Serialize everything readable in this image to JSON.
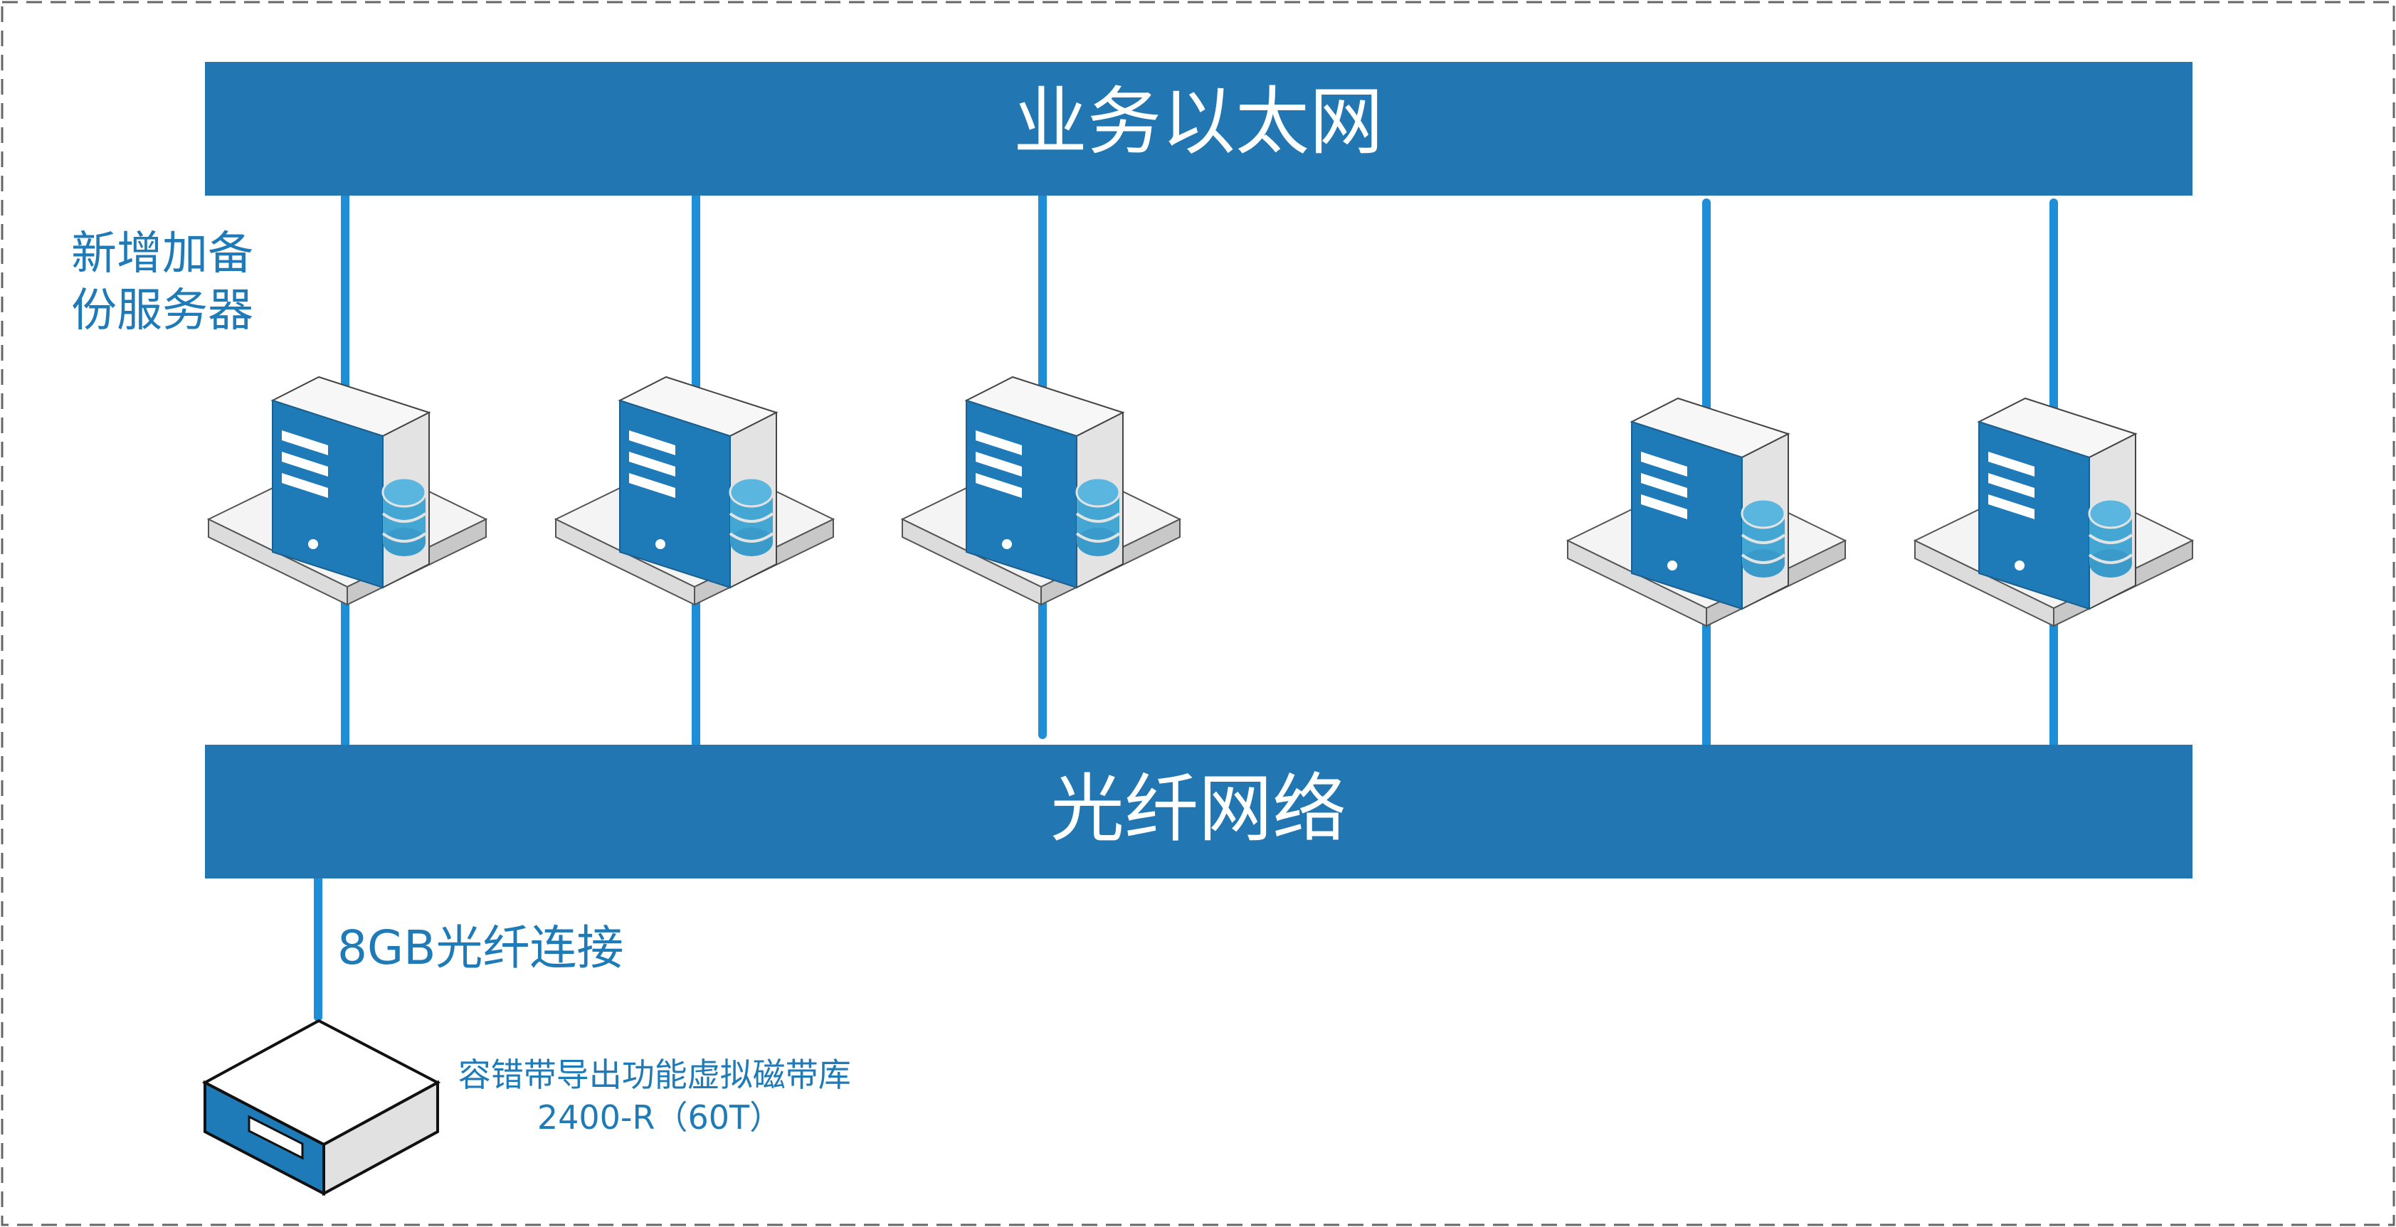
{
  "networks": {
    "ethernet_label": "业务以太网",
    "fiber_label": "光纤网络"
  },
  "labels": {
    "new_backup_server_line1": "新增加备",
    "new_backup_server_line2": "份服务器",
    "fiber_connection": "8GB光纤连接",
    "tape_library_line1": "容错带导出功能虚拟磁带库",
    "tape_library_line2": "2400-R（60T）"
  },
  "colors": {
    "bar": "#2277b3",
    "link": "#1e8fd6",
    "server_front": "#1f7ab8",
    "server_side": "#e3e3e3",
    "label_text": "#1f7ab8"
  },
  "icons": {
    "server": "server-tower-icon",
    "tape_library": "tape-library-icon"
  }
}
